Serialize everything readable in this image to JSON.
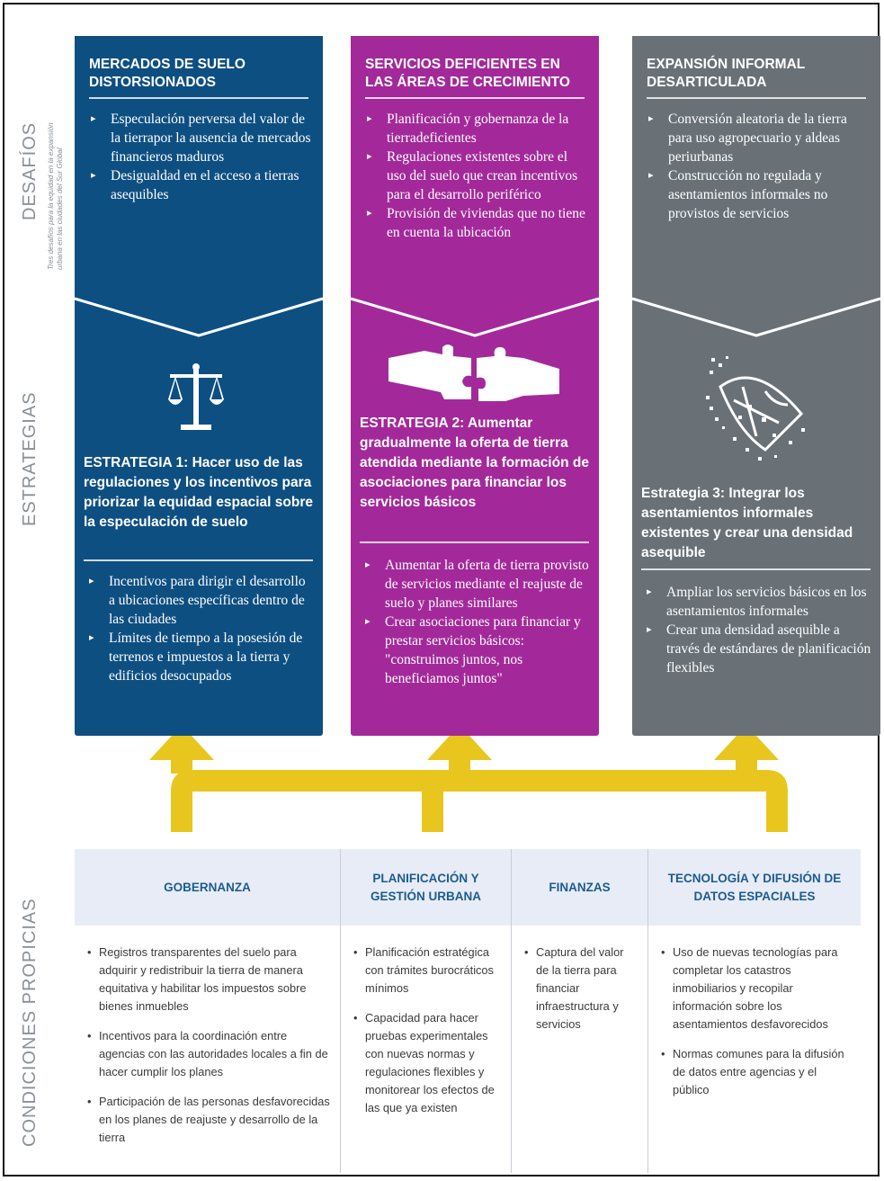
{
  "side_labels": {
    "desafios": "DESAFÍOS",
    "desafios_note": "Tres desafíos para la equidad en la expansión\nurbana en las ciudades del Sur Global",
    "estrategias": "ESTRATEGIAS",
    "condiciones": "CONDICIONES PROPICIAS"
  },
  "colors": {
    "blue": "#0e4f82",
    "magenta": "#a3299a",
    "gray": "#697177",
    "yellow": "#e8c61e",
    "cond_header_bg": "#e8ecf6",
    "cond_header_text": "#1b5c8e"
  },
  "columns": [
    {
      "icon": "scales-icon",
      "challenge_title": "MERCADOS DE SUELO DISTORSIONADOS",
      "challenge_items": [
        "Especulación perversa del valor de la tierrapor la ausencia de mercados financieros maduros",
        "Desigualdad en el acceso a tierras asequibles"
      ],
      "strategy_title": "ESTRATEGIA 1: Hacer uso de las regulaciones y los incentivos para priorizar la equidad espacial sobre la especulación de suelo",
      "strategy_items": [
        "Incentivos para dirigir el desarrollo a ubicaciones específicas dentro de las ciudades",
        "Límites de tiempo a la posesión de terrenos e impuestos a la tierra y edificios desocupados"
      ]
    },
    {
      "icon": "puzzle-hands-icon",
      "challenge_title": "SERVICIOS DEFICIENTES EN LAS ÁREAS DE CRECIMIENTO",
      "challenge_items": [
        "Planificación y gobernanza de la tierradeficientes",
        "Regulaciones existentes sobre el uso del suelo que crean incentivos para el desarrollo periférico",
        "Provisión de viviendas que no tiene en cuenta la ubicación"
      ],
      "strategy_title": "ESTRATEGIA 2: Aumentar gradualmente la oferta de tierra atendida mediante la formación de asociaciones para financiar los servicios básicos",
      "strategy_items": [
        "Aumentar la oferta de tierra provisto de servicios mediante el reajuste de suelo y planes similares",
        "Crear asociaciones para financiar y prestar servicios básicos: \"construimos juntos, nos beneficiamos juntos\""
      ]
    },
    {
      "icon": "settlement-map-icon",
      "challenge_title": "EXPANSIÓN INFORMAL DESARTICULADA",
      "challenge_items": [
        "Conversión aleatoria de la tierra para uso agropecuario y aldeas periurbanas",
        "Construcción no regulada y asentamientos informales no provistos de servicios"
      ],
      "strategy_title": "Estrategia 3: Integrar los asentamientos informales existentes y crear una densidad asequible",
      "strategy_items": [
        "Ampliar los servicios básicos en los asentamientos informales",
        "Crear una densidad asequible a través de estándares de planificación flexibles"
      ]
    }
  ],
  "conditions": [
    {
      "title": "GOBERNANZA",
      "items": [
        "Registros transparentes del suelo para adquirir y redistribuir la tierra de manera equitativa y habilitar los impuestos sobre bienes inmuebles",
        "Incentivos para la coordinación entre agencias con las autoridades locales a fin de hacer cumplir los planes",
        "Participación de las personas desfavorecidas en los planes de reajuste y desarrollo de la tierra"
      ]
    },
    {
      "title": "PLANIFICACIÓN Y GESTIÓN URBANA",
      "items": [
        "Planificación estratégica con trámites burocráticos mínimos",
        "Capacidad para hacer pruebas experimentales con nuevas normas y regulaciones flexibles y monitorear los efectos de las que ya existen"
      ]
    },
    {
      "title": "FINANZAS",
      "items": [
        "Captura del valor de la tierra para financiar infraestructura y servicios"
      ]
    },
    {
      "title": "TECNOLOGÍA Y DIFUSIÓN DE DATOS ESPACIALES",
      "items": [
        "Uso de nuevas tecnologías para completar los catastros inmobiliarios y recopilar información sobre los asentamientos desfavorecidos",
        "Normas comunes para la difusión de datos entre agencias y el público"
      ]
    }
  ]
}
